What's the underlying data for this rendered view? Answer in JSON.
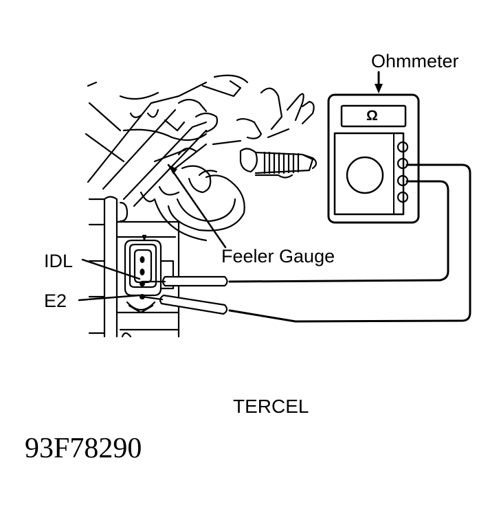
{
  "figure": {
    "labels": {
      "ohmmeter": "Ohmmeter",
      "feeler_gauge": "Feeler Gauge",
      "idl": "IDL",
      "e2": "E2",
      "model": "TERCEL",
      "figure_code": "93F78290"
    },
    "meter_display_symbol": "Ω",
    "line_color": "#000000",
    "background_color": "#ffffff"
  }
}
